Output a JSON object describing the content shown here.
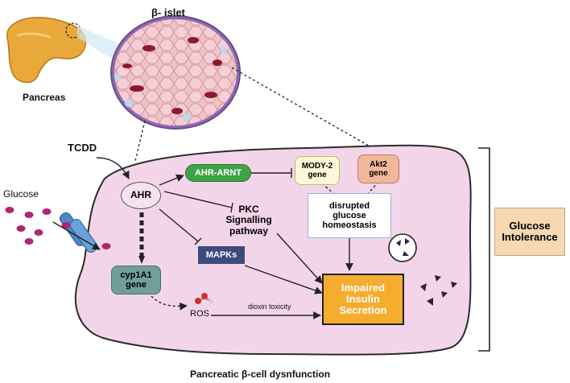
{
  "labels": {
    "islet": "β- islet",
    "pancreas": "Pancreas",
    "tcdd": "TCDD",
    "glucose": "Glucose",
    "ahr": "AHR",
    "ahr_arnt": "AHR-ARNT",
    "mody2": "MODY-2 gene",
    "akt2": "Akt2 gene",
    "pkc": "PKC Signalling pathway",
    "disrupted": "disrupted glucose homeostasis",
    "mapks": "MAPKs",
    "cyp1a1": "cyp1A1 gene",
    "ros": "ROS",
    "dioxin": "dioxin toxicity",
    "impaired": "Impaired Insulin Secretion",
    "glucose_intolerance": "Glucose Intolerance",
    "footer": "Pancreatic β-cell dysnfunction"
  },
  "colors": {
    "cell_fill": "#f3d5ea",
    "cell_stroke": "#2b2b2b",
    "ahr_arnt": "#3fa447",
    "mody2": "#fbf7d8",
    "akt2": "#f0b79b",
    "mapks": "#3d4b7c",
    "cyp1a1": "#6f9f9a",
    "impaired": "#f6ac2e",
    "intolerance": "#f6d9b4",
    "channel": "#4f86c6",
    "glucose_dot": "#b0276f",
    "pancreas": "#e8a93a"
  }
}
